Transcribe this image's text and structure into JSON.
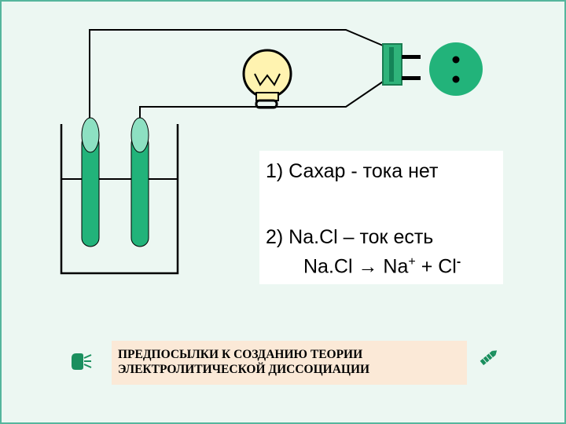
{
  "slide": {
    "results": {
      "sugar_line": "1)  Сахар  - тока нет",
      "nacl_prefix": "2)  Na.Cl – ток есть",
      "equation": {
        "reactant": "Na.Cl",
        "arrow": "→",
        "cation": "Na",
        "cation_charge": "+",
        "plus": "+",
        "anion": "Cl",
        "anion_charge": "-"
      }
    },
    "title_lines": [
      "ПРЕДПОСЫЛКИ К СОЗДАНИЮ ТЕОРИИ",
      "ЭЛЕКТРОЛИТИЧЕСКОЙ ДИССОЦИАЦИИ"
    ],
    "icons": {
      "apparatus": "conductivity-apparatus",
      "bulb": "light-bulb-icon",
      "plug": "electric-plug-icon",
      "socket": "wall-socket-icon",
      "nav_left": "hand-pointer-icon",
      "nav_right": "pencil-icon"
    },
    "colors": {
      "background": "#ecf7f2",
      "electrode": "#22b37a",
      "electrode_top": "#8de0c2",
      "plug": "#2fb37a",
      "socket": "#22b37a",
      "bulb": "#fff3b0",
      "result_box": "#ffffff",
      "title_box": "#fbe9d7",
      "nav_icons": "#1a8f5e"
    }
  }
}
